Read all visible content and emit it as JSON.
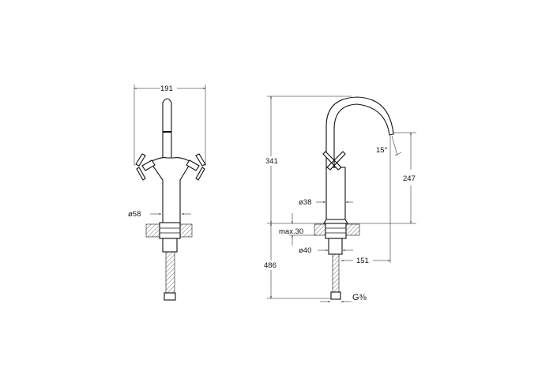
{
  "front_view": {
    "width_dim": "191",
    "stem_dia": "ø58"
  },
  "side_view": {
    "height_above": "341",
    "height_below": "486",
    "spout_height": "247",
    "angle": "15°",
    "counter_max": "max.30",
    "stem_dia": "ø38",
    "nut_dia": "ø40",
    "reach": "151",
    "thread": "G⅜"
  }
}
